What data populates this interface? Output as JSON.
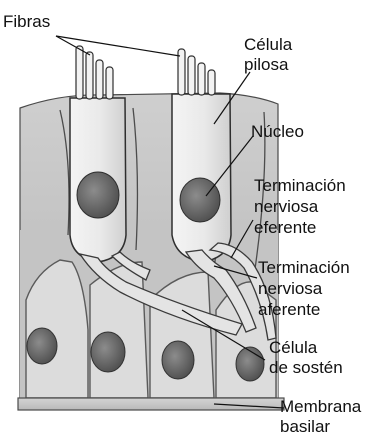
{
  "labels": {
    "fibers": "Fibras",
    "hair_cell_line1": "Célula",
    "hair_cell_line2": "pilosa",
    "nucleus": "Núcleo",
    "efferent_line1": "Terminación",
    "efferent_line2": "nerviosa",
    "efferent_line3": "eferente",
    "afferent_line1": "Terminación",
    "afferent_line2": "nerviosa",
    "afferent_line3": "aferente",
    "support_line1": "Célula",
    "support_line2": "de sostén",
    "membrane_line1": "Membrana",
    "membrane_line2": "basilar"
  }
}
